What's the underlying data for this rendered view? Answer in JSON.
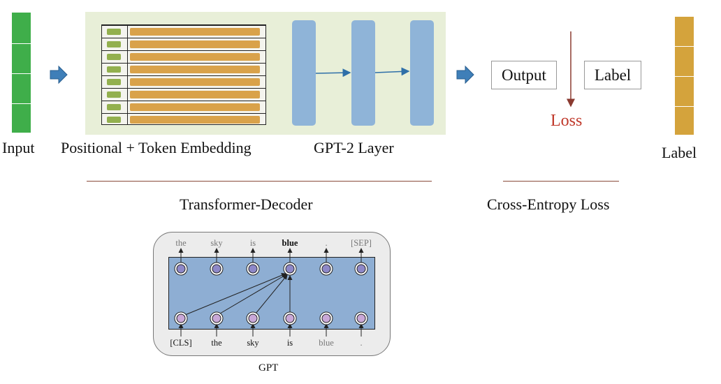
{
  "labels": {
    "input": "Input",
    "embedding": "Positional + Token Embedding",
    "gpt2_layer": "GPT-2 Layer",
    "output_box": "Output",
    "label_box": "Label",
    "loss": "Loss",
    "label_right": "Label",
    "transformer_decoder": "Transformer-Decoder",
    "cross_entropy": "Cross-Entropy Loss",
    "gpt_caption": "GPT"
  },
  "gpt_tokens": {
    "top": [
      "the",
      "sky",
      "is",
      "blue",
      ".",
      "[SEP]"
    ],
    "bottom": [
      "[CLS]",
      "the",
      "sky",
      "is",
      "blue",
      "."
    ]
  },
  "colors": {
    "input_green": "#3fae4a",
    "label_gold": "#d4a33c",
    "panel_bg": "#e8efd8",
    "layer_blue": "#8fb4d8",
    "arrow_blue": "#2e6fa8",
    "loss_red": "#c0392b",
    "gpt_blue": "#8eaed3",
    "node_top": "#8e88c8",
    "node_bottom": "#c9a8d8"
  }
}
